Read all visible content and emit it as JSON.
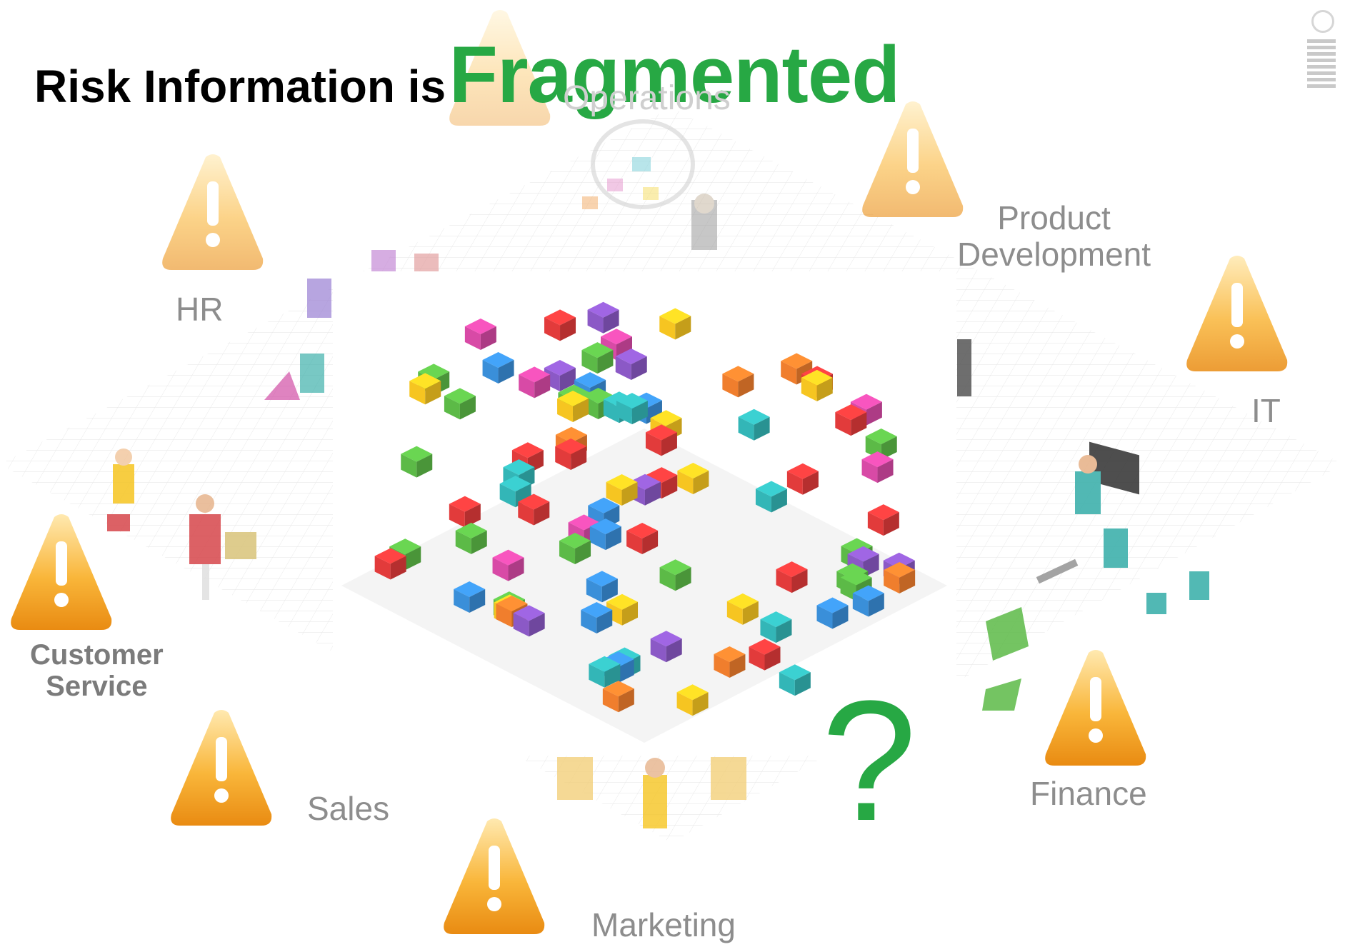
{
  "header": {
    "title_prefix": "Risk Information is",
    "title_emphasis": "Fragmented"
  },
  "departments": {
    "operations": "Operations",
    "product_development": "Product\nDevelopment",
    "hr": "HR",
    "it": "IT",
    "customer_service": "Customer\nService",
    "sales": "Sales",
    "finance": "Finance",
    "marketing": "Marketing"
  },
  "question_mark": "?",
  "icons": {
    "warning": "warning-triangle-icon",
    "logo": "ibm-logo"
  },
  "colors": {
    "accent_green": "#27a844",
    "label_gray": "#8d8d8d",
    "warning_orange": "#f6a21d",
    "warning_light": "#ffe9b0"
  },
  "cubes_palette": [
    "#e23b3b",
    "#f07e2d",
    "#f6c521",
    "#5cba47",
    "#33b6b7",
    "#3a8fd9",
    "#8b59c6",
    "#d84aa6"
  ]
}
